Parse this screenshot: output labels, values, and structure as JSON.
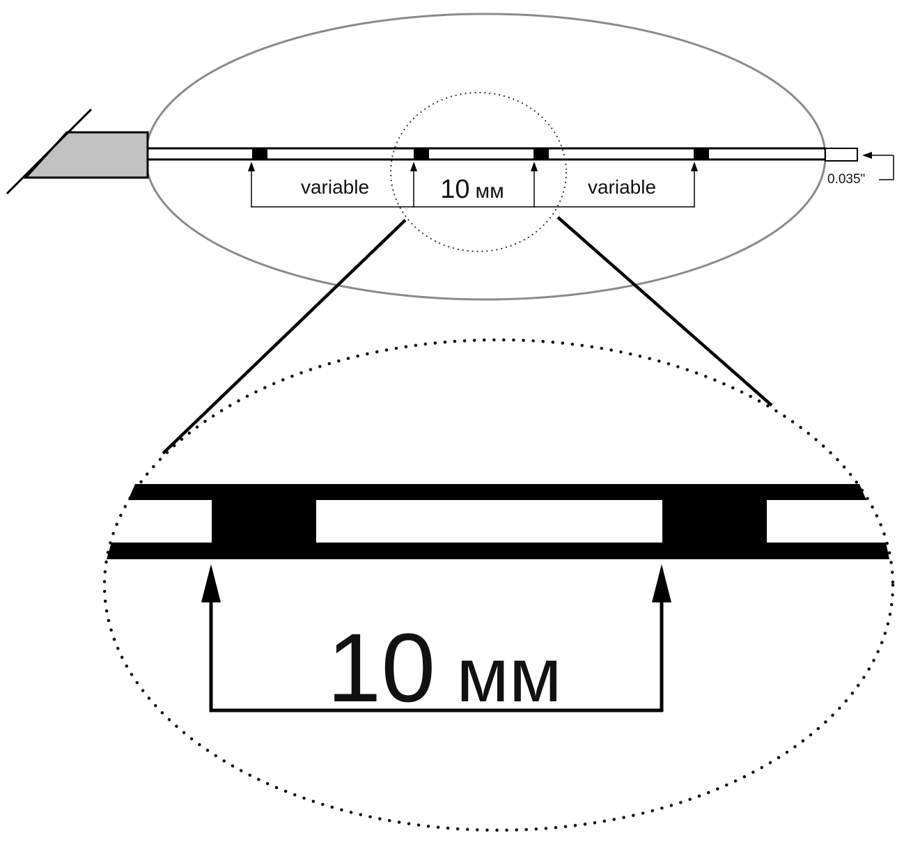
{
  "diagram": {
    "labels": {
      "left_spacing": "variable",
      "center_spacing_number": "10",
      "center_spacing_unit": "мм",
      "right_spacing": "variable",
      "tip_diameter": "0.035\"",
      "zoom_spacing_number": "10",
      "zoom_spacing_unit": "мм"
    },
    "colors": {
      "line": "#000000",
      "outer_ellipse": "#8a8a8a",
      "handle_fill": "#c2c2c2"
    }
  }
}
